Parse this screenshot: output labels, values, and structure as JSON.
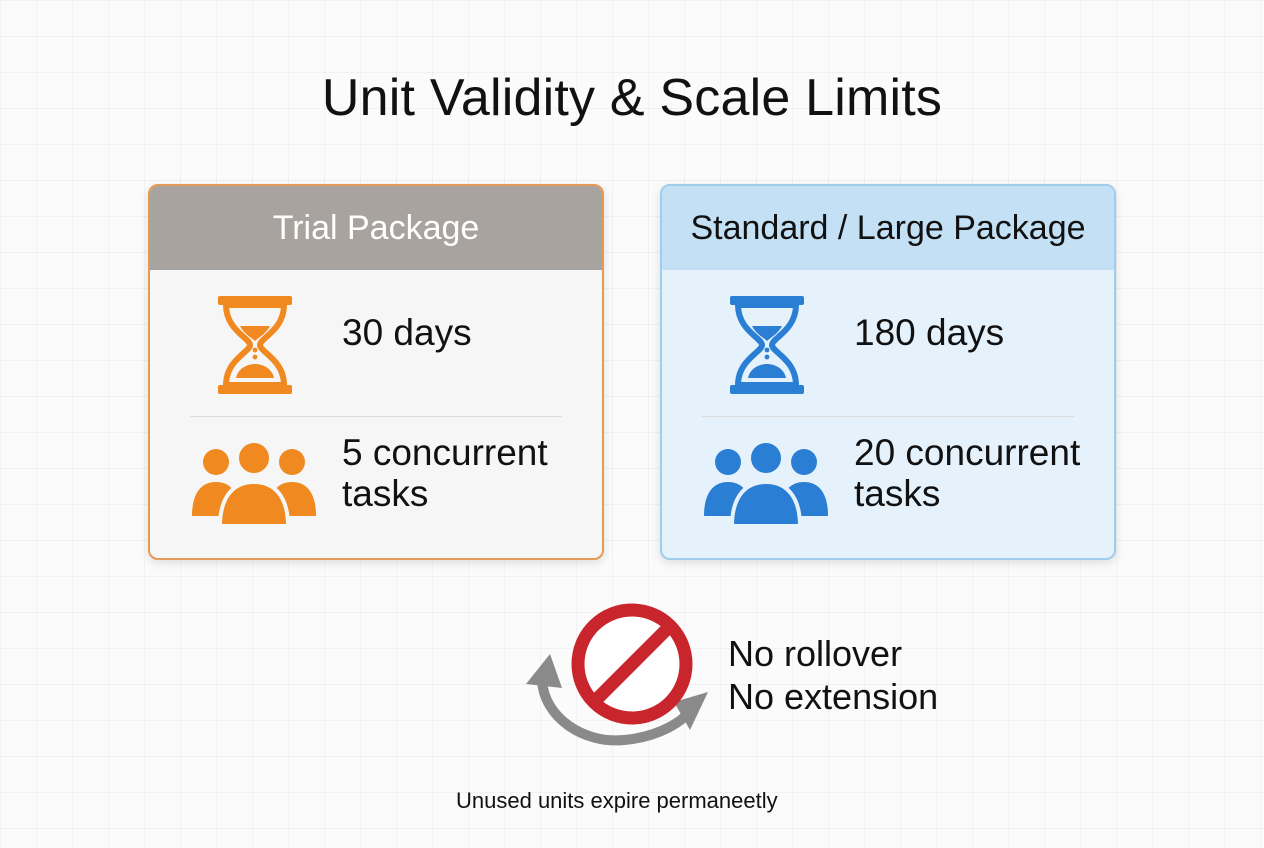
{
  "title": "Unit Validity & Scale Limits",
  "packages": [
    {
      "name": "Trial Package",
      "validity": "30 days",
      "scale": "5 concurrent tasks",
      "accent_color": "#f0891f",
      "validity_icon": "hourglass-icon",
      "scale_icon": "users-group-icon"
    },
    {
      "name": "Standard / Large Package",
      "validity": "180 days",
      "scale": "20 concurrent tasks",
      "accent_color": "#2a7fd4",
      "validity_icon": "hourglass-icon",
      "scale_icon": "users-group-icon"
    }
  ],
  "policy": {
    "line1": "No rollover",
    "line2": "No extension",
    "icon": "no-rollover-icon",
    "prohibit_color": "#c9252c",
    "arrow_color": "#8a8a8a"
  },
  "footnote": "Unused units expire permaneetly"
}
